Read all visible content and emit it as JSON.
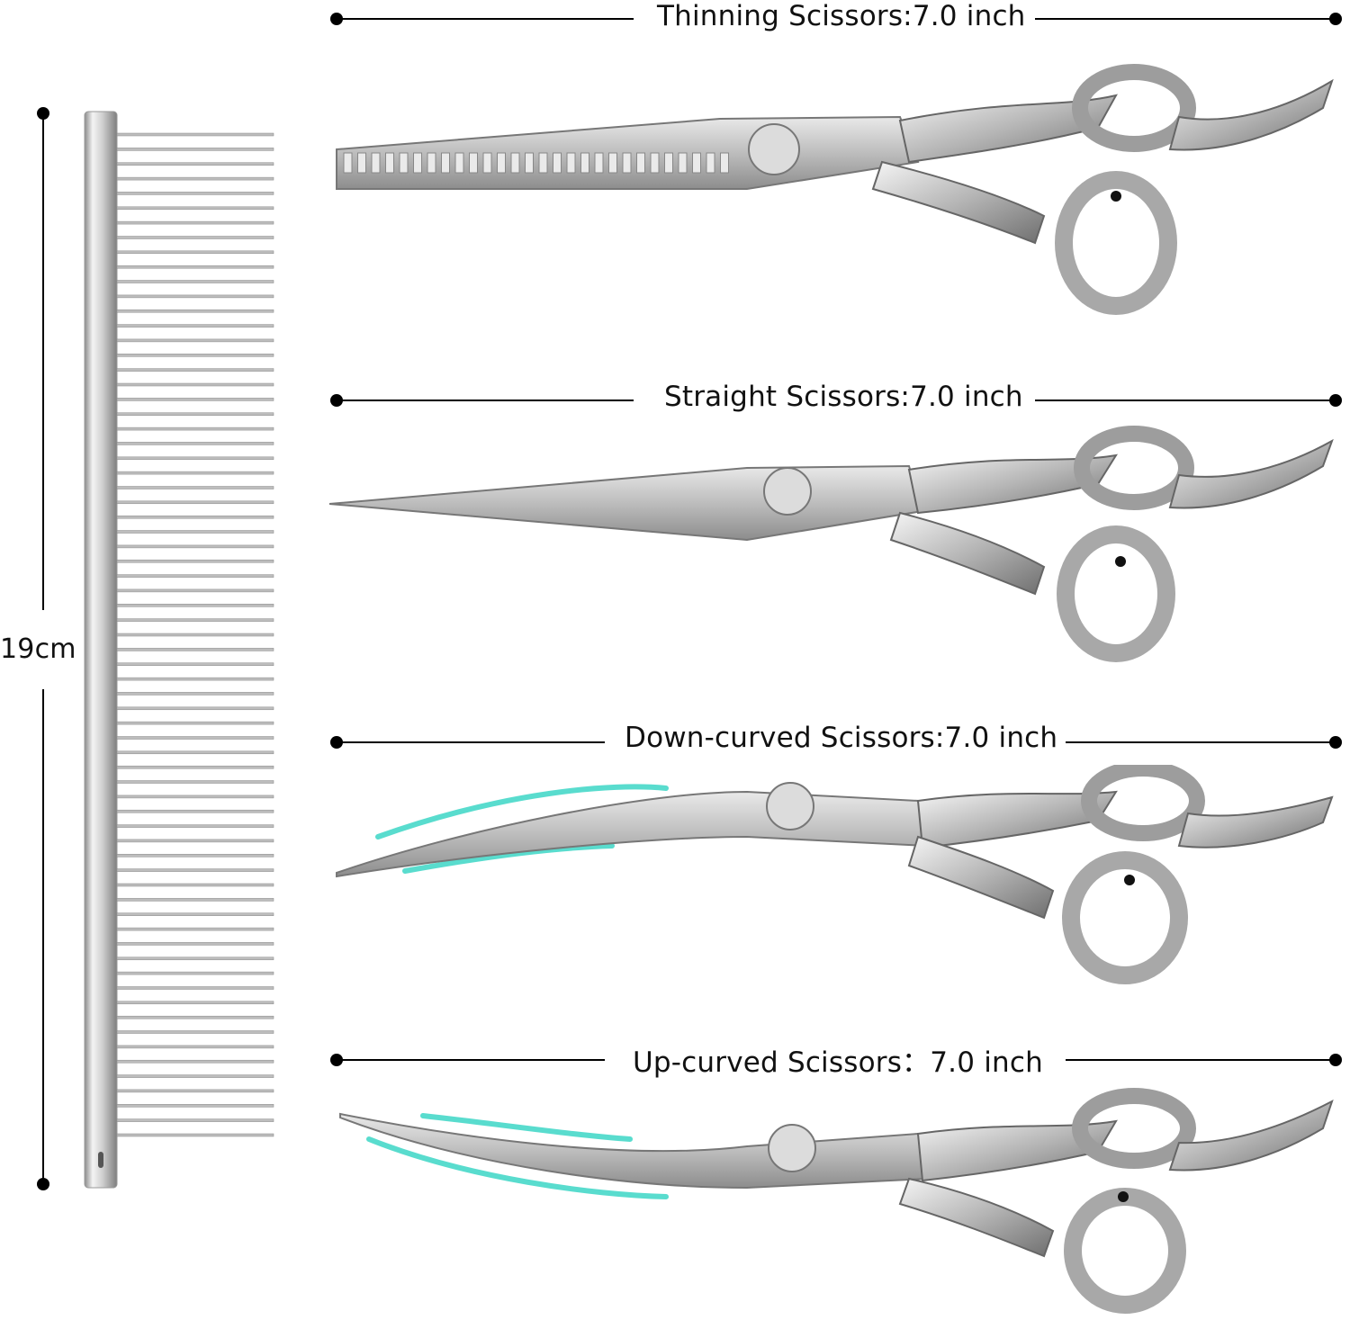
{
  "comb": {
    "length_label": "19cm",
    "tooth_count": 69
  },
  "products": [
    {
      "label": "Thinning Scissors:7.0 inch",
      "type": "thinning"
    },
    {
      "label": "Straight Scissors:7.0 inch",
      "type": "straight"
    },
    {
      "label": "Down-curved Scissors:7.0 inch",
      "type": "down-curved"
    },
    {
      "label": "Up-curved Scissors：7.0 inch",
      "type": "up-curved"
    }
  ],
  "colors": {
    "steel_light": "#f2f2f2",
    "steel_mid": "#c8c8c8",
    "steel_dark": "#7a7a7a",
    "motion_accent": "#2fd3c2",
    "rule": "#000000"
  }
}
